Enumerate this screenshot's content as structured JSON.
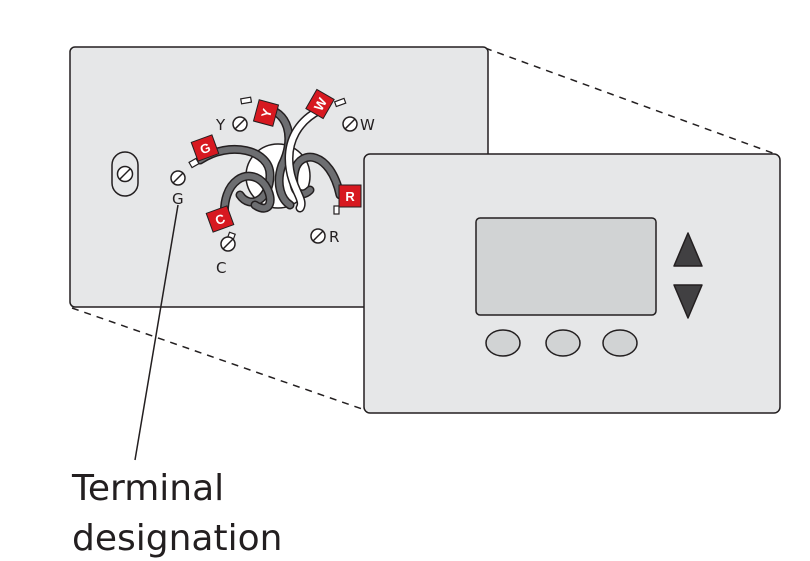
{
  "callout": {
    "line1": "Terminal",
    "line2": "designation"
  },
  "terminals": {
    "g": "G",
    "c": "C",
    "y": "Y",
    "w": "W",
    "r": "R"
  },
  "wire_tags": {
    "g": "G",
    "c": "C",
    "y": "Y",
    "w": "W",
    "r": "R"
  },
  "colors": {
    "plate_fill": "#e6e7e8",
    "outline": "#231f20",
    "tag_red": "#d71920",
    "wire_gray": "#6d6e71",
    "screen_fill": "#e6e7e8"
  },
  "icons": {
    "up_button": "triangle-up-icon",
    "down_button": "triangle-down-icon",
    "screw": "screw-icon"
  }
}
